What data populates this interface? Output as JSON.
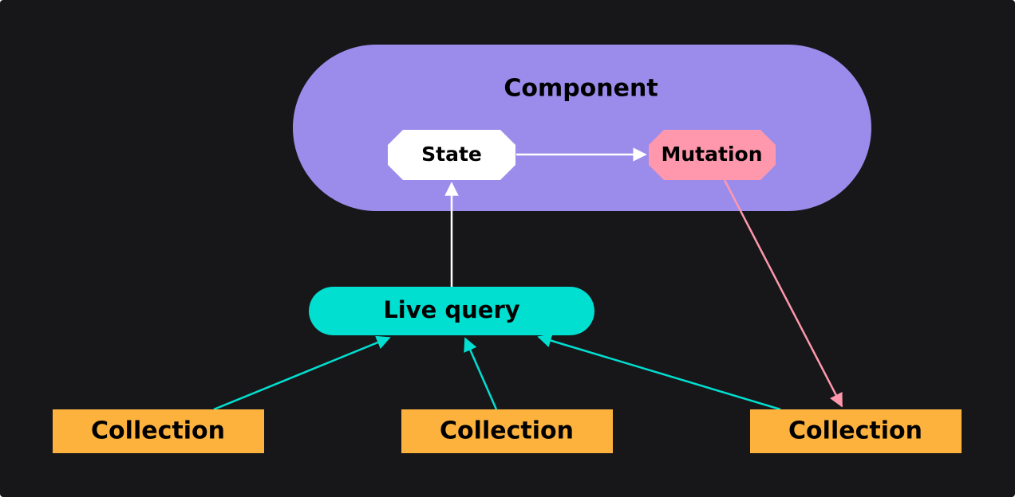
{
  "diagram": {
    "colors": {
      "background": "#17171a",
      "component": "#9b8cec",
      "state": "#ffffff",
      "mutation": "#ff98ac",
      "live_query": "#00dfd0",
      "collection": "#fdb23e",
      "text": "#000000",
      "edge_state": "#ffffff",
      "edge_mutation": "#ff98ac",
      "edge_collection": "#00dfd0"
    },
    "nodes": {
      "component": {
        "label": "Component",
        "shape": "stadium"
      },
      "state": {
        "label": "State",
        "shape": "octagon"
      },
      "mutation": {
        "label": "Mutation",
        "shape": "octagon"
      },
      "live_query": {
        "label": "Live query",
        "shape": "stadium"
      },
      "collections": [
        {
          "label": "Collection",
          "shape": "rectangle"
        },
        {
          "label": "Collection",
          "shape": "rectangle"
        },
        {
          "label": "Collection",
          "shape": "rectangle"
        }
      ]
    },
    "edges": [
      {
        "from": "state",
        "to": "mutation"
      },
      {
        "from": "live_query",
        "to": "state"
      },
      {
        "from": "mutation",
        "to": "collection-3"
      },
      {
        "from": "collection-1",
        "to": "live_query"
      },
      {
        "from": "collection-2",
        "to": "live_query"
      },
      {
        "from": "collection-3",
        "to": "live_query"
      }
    ]
  }
}
